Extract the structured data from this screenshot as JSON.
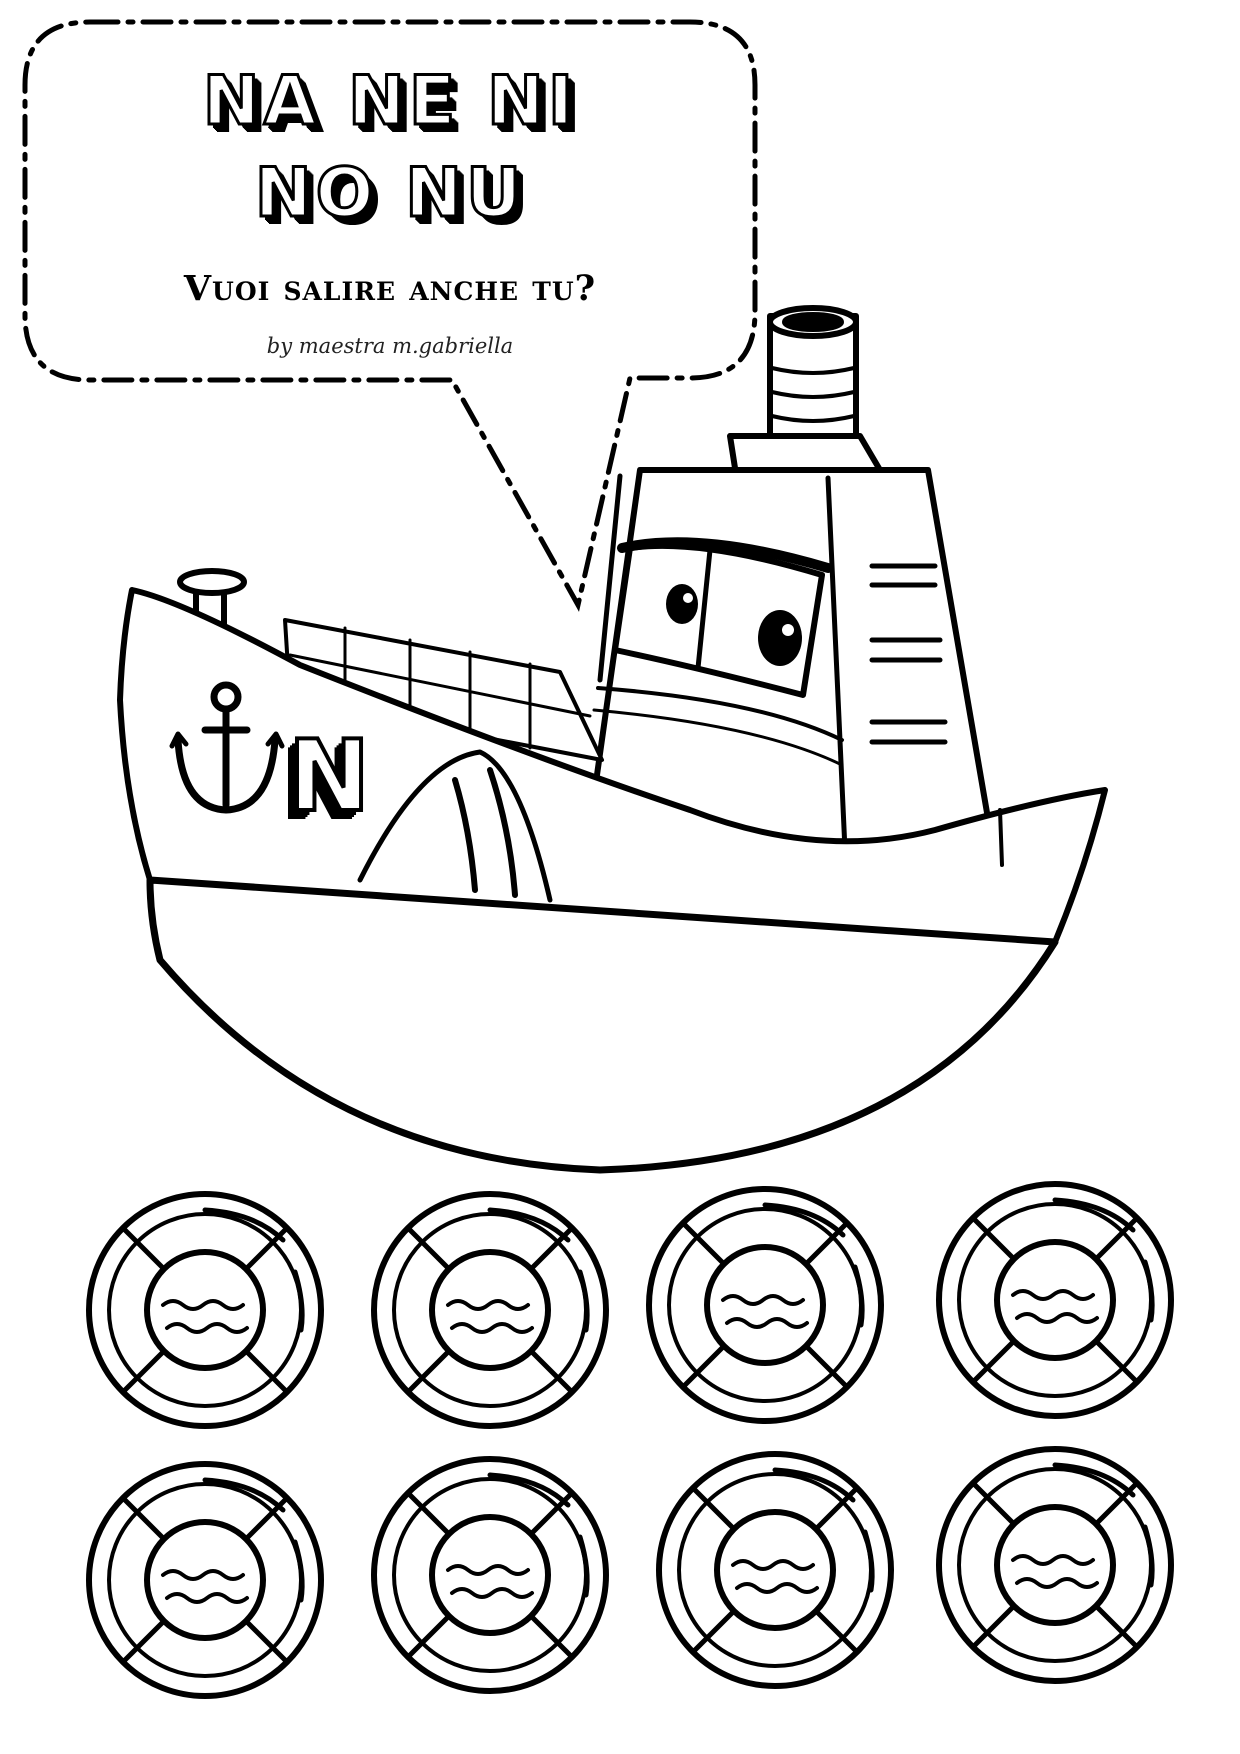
{
  "worksheet": {
    "title_line1": "NA NE NI",
    "title_line2": "NO NU",
    "subtitle": "Vuoi salire anche tu?",
    "credit": "by maestra m.gabriella",
    "boat_letter": "N",
    "lifebuoy_count": 8
  },
  "icons": [
    "speech-bubble",
    "ship",
    "anchor-icon",
    "lifebuoy-icon"
  ],
  "colors": {
    "ink": "#000000",
    "paper": "#ffffff"
  }
}
